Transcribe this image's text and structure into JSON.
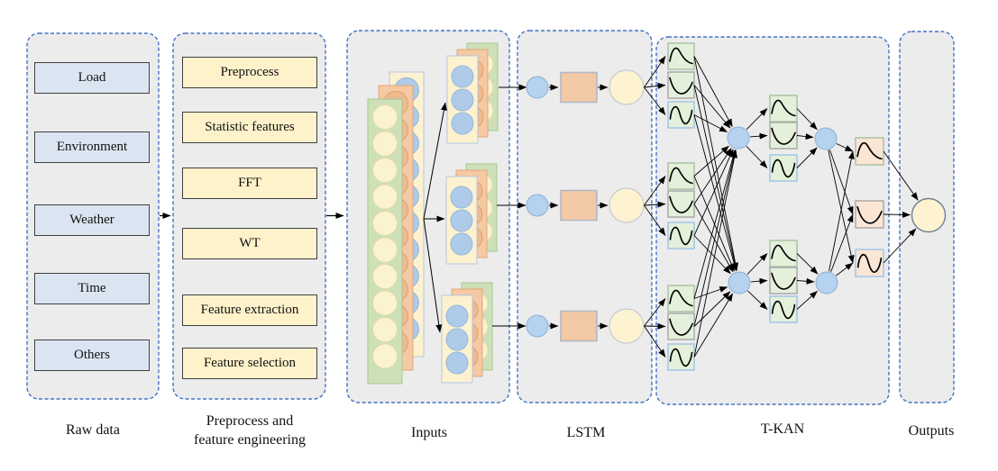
{
  "panels": {
    "raw_data": {
      "label": "Raw data",
      "items": [
        "Load",
        "Environment",
        "Weather",
        "Time",
        "Others"
      ]
    },
    "preprocess": {
      "label_line1": "Preprocess and",
      "label_line2": "feature engineering",
      "items": [
        "Preprocess",
        "Statistic features",
        "FFT",
        "WT",
        "Feature extraction",
        "Feature selection"
      ]
    },
    "inputs": {
      "label": "Inputs"
    },
    "lstm": {
      "label": "LSTM"
    },
    "tkan": {
      "label": "T-KAN"
    },
    "outputs": {
      "label": "Outputs"
    }
  },
  "colors": {
    "panel_bg": "#ececec",
    "panel_border": "#4472c4",
    "raw_box_bg": "#dbe5f1",
    "yellow_box_bg": "#fef2cb",
    "green_card": "#cde0b8",
    "green_card_border": "#a8c791",
    "orange_card": "#f4c9a4",
    "orange_card_border": "#e2a878",
    "yellow_card": "#fdf2cf",
    "yellow_card_border": "#b4c7e7",
    "blue_circle": "#aecbea",
    "blue_circle_border": "#96b6dd",
    "orange_circle": "#f0ba8e",
    "orange_circle_border": "#dda26c",
    "cream_circle": "#fbf3d0",
    "cream_circle_border": "#e3dcab",
    "blue_node": "#b5d2ee",
    "blue_node_border": "#8fb0d6",
    "orange_rect": "#f3c8a4",
    "orange_rect_border": "#b2b8c6",
    "yellow_node": "#fdf3d1",
    "yellow_node_border": "#c5cad2",
    "act_green_bg": "#e4f0da",
    "act_orange_bg": "#fbe6d6",
    "act_border_green": "#a8bfa0",
    "act_border_gray": "#a6a6a6",
    "act_border_blue": "#9dc3e6",
    "output_node_border": "#6f7f96",
    "arrow": "#000000"
  }
}
